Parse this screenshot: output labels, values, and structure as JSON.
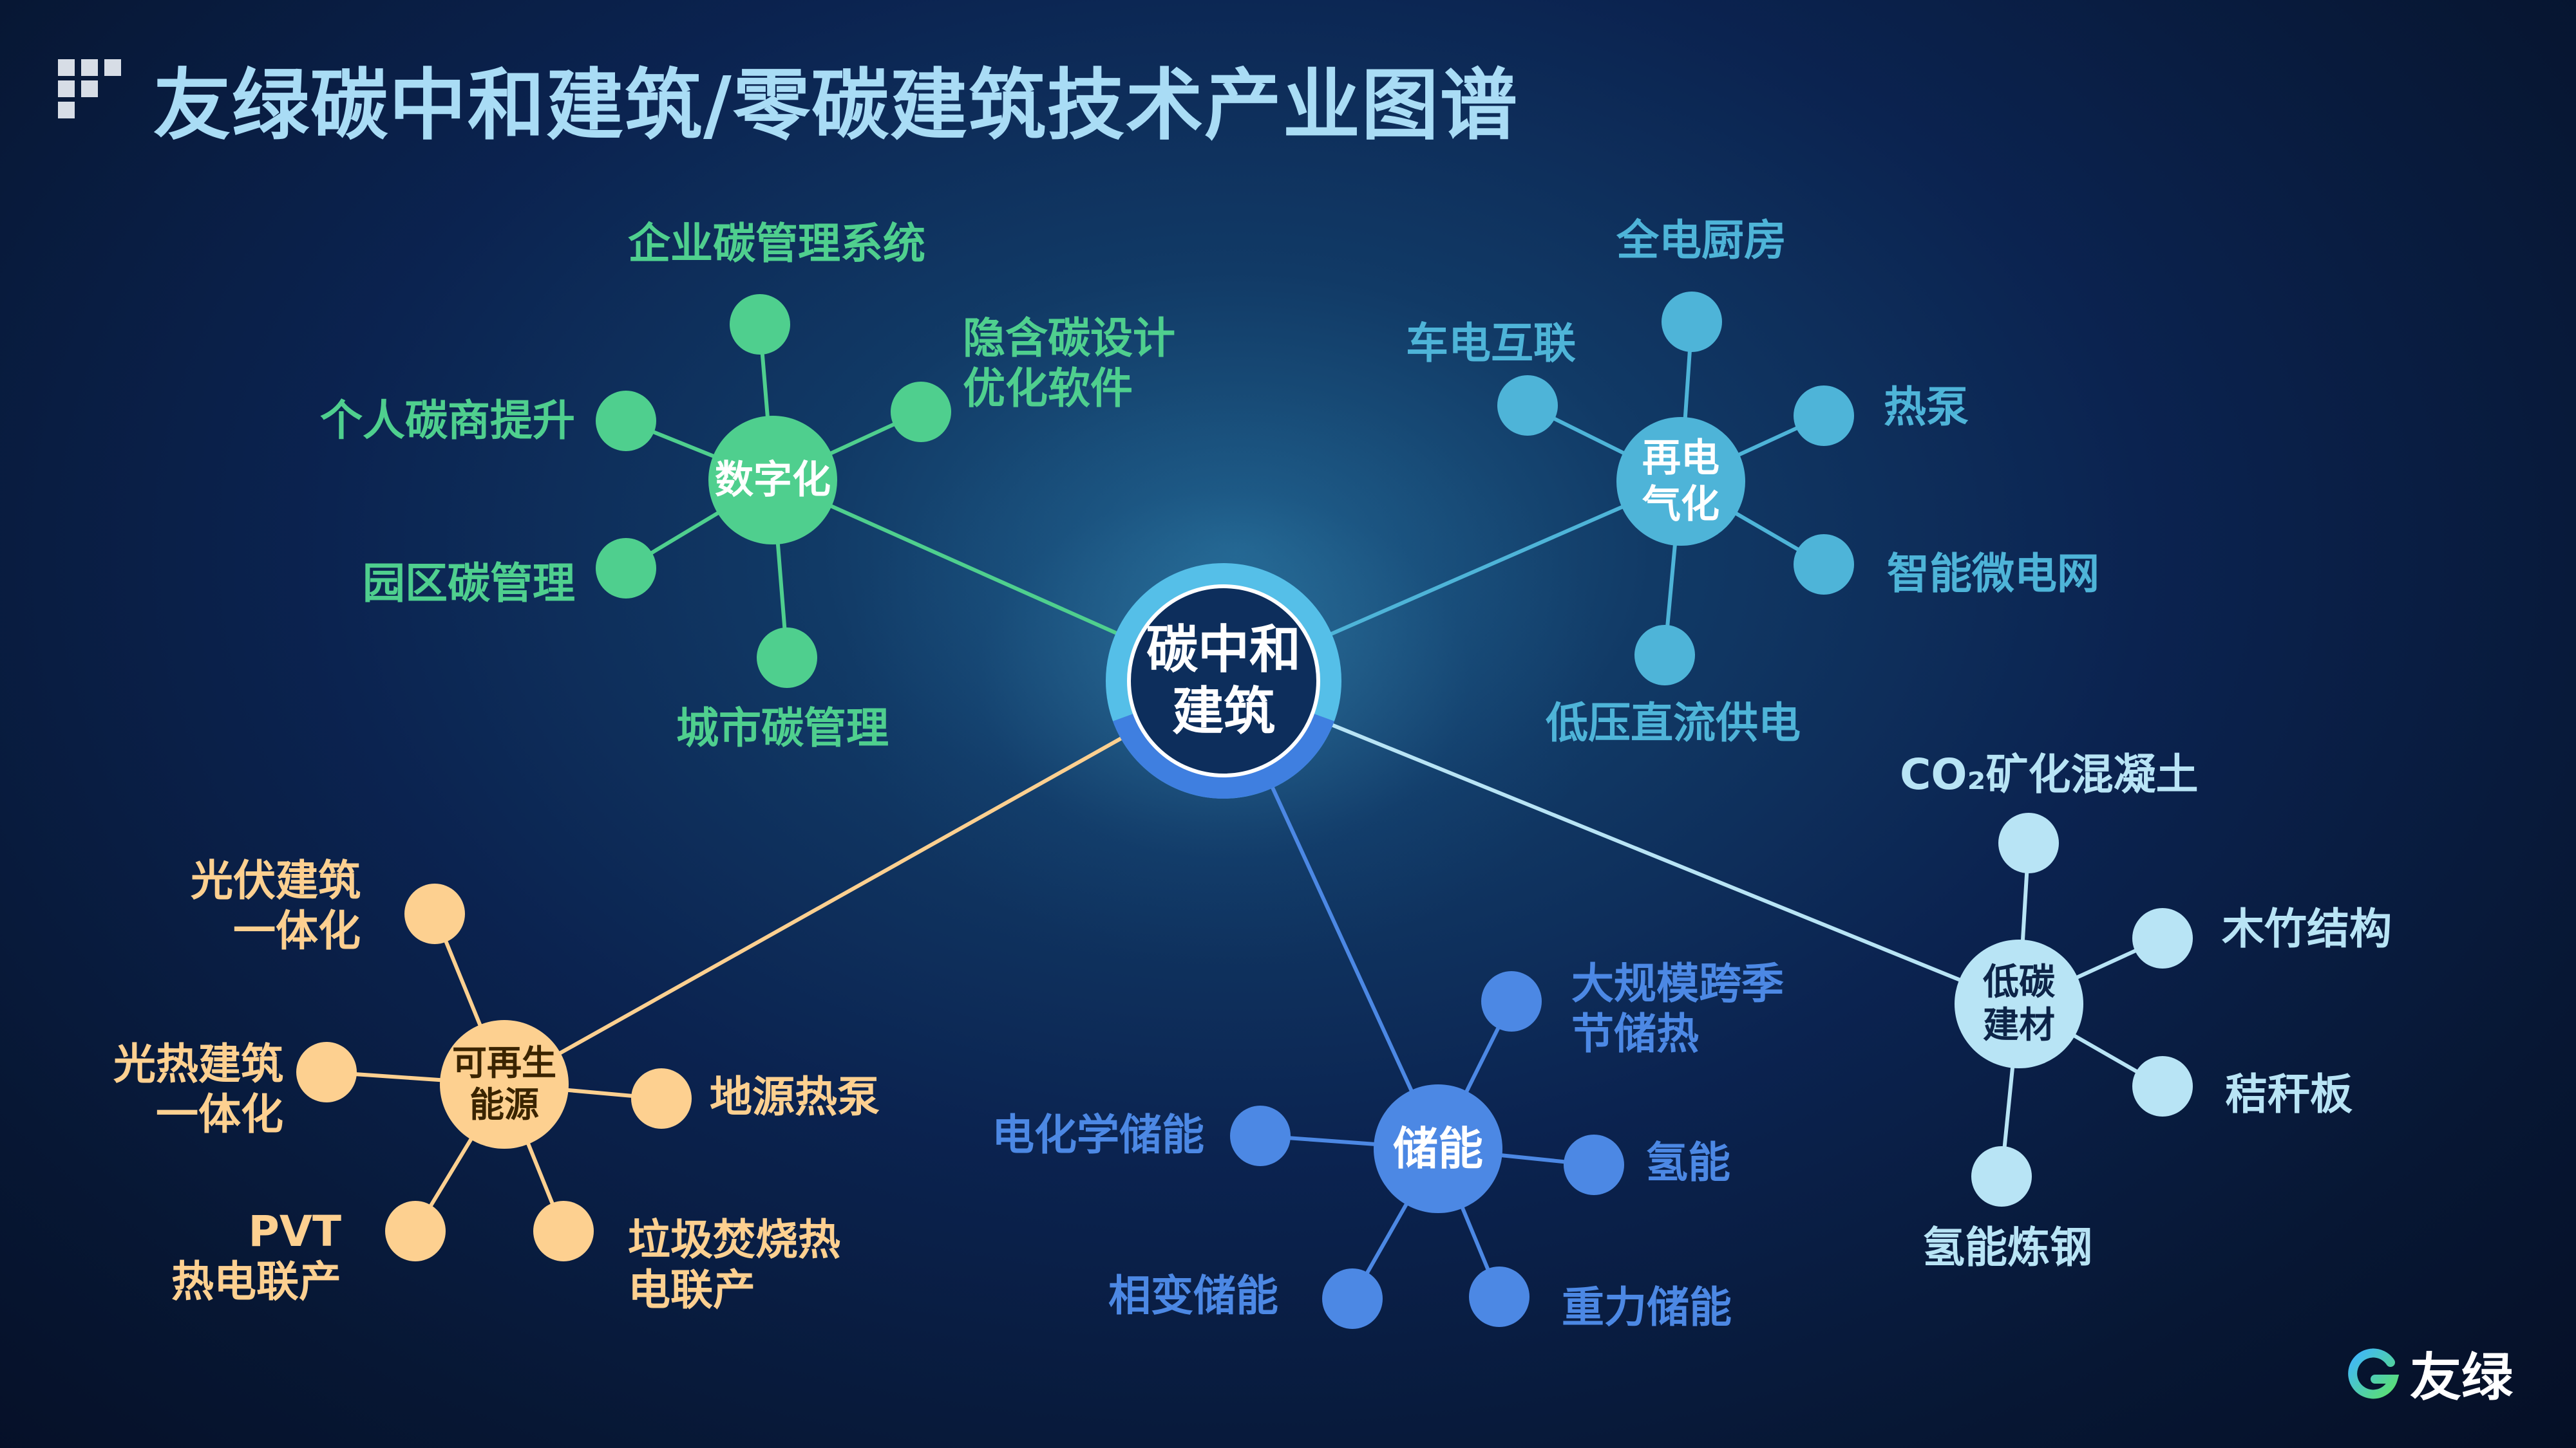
{
  "header": {
    "title": "友绿碳中和建筑/零碳建筑技术产业图谱"
  },
  "brand": {
    "name": "友绿"
  },
  "colors": {
    "digital": "#4fcf8e",
    "electric": "#4eb4d8",
    "materials": "#b8e4f5",
    "storage": "#4c88e4",
    "renewable": "#fdd090",
    "center": "#0d2e5c"
  },
  "center": {
    "label_line1": "碳中和",
    "label_line2": "建筑"
  },
  "clusters": {
    "digital": {
      "hub_line1": "数字化",
      "hub_line2": "",
      "items": [
        {
          "line1": "企业碳管理系统",
          "line2": ""
        },
        {
          "line1": "隐含碳设计",
          "line2": "优化软件"
        },
        {
          "line1": "个人碳商提升",
          "line2": ""
        },
        {
          "line1": "园区碳管理",
          "line2": ""
        },
        {
          "line1": "城市碳管理",
          "line2": ""
        }
      ]
    },
    "electric": {
      "hub_line1": "再电",
      "hub_line2": "气化",
      "items": [
        {
          "line1": "全电厨房",
          "line2": ""
        },
        {
          "line1": "车电互联",
          "line2": ""
        },
        {
          "line1": "热泵",
          "line2": ""
        },
        {
          "line1": "智能微电网",
          "line2": ""
        },
        {
          "line1": "低压直流供电",
          "line2": ""
        }
      ]
    },
    "materials": {
      "hub_line1": "低碳",
      "hub_line2": "建材",
      "items": [
        {
          "line1": "CO₂矿化混凝土",
          "line2": ""
        },
        {
          "line1": "木竹结构",
          "line2": ""
        },
        {
          "line1": "秸秆板",
          "line2": ""
        },
        {
          "line1": "氢能炼钢",
          "line2": ""
        }
      ]
    },
    "storage": {
      "hub_line1": "储能",
      "hub_line2": "",
      "items": [
        {
          "line1": "大规模跨季",
          "line2": "节储热"
        },
        {
          "line1": "电化学储能",
          "line2": ""
        },
        {
          "line1": "氢能",
          "line2": ""
        },
        {
          "line1": "相变储能",
          "line2": ""
        },
        {
          "line1": "重力储能",
          "line2": ""
        }
      ]
    },
    "renewable": {
      "hub_line1": "可再生",
      "hub_line2": "能源",
      "items": [
        {
          "line1": "光伏建筑",
          "line2": "一体化"
        },
        {
          "line1": "光热建筑",
          "line2": "一体化"
        },
        {
          "line1": "地源热泵",
          "line2": ""
        },
        {
          "line1": "PVT",
          "line2": "热电联产"
        },
        {
          "line1": "垃圾焚烧热",
          "line2": "电联产"
        }
      ]
    }
  }
}
